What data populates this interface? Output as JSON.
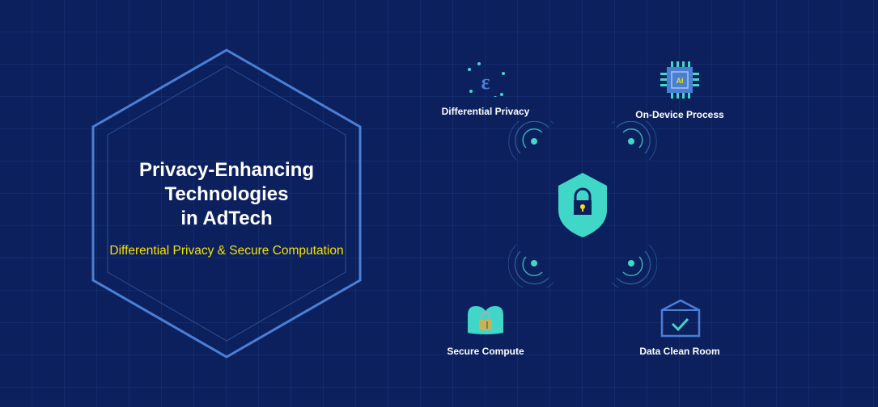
{
  "hero": {
    "title_lines": [
      "Privacy-Enhancing",
      "Technologies",
      "in AdTech"
    ],
    "subtitle": "Differential Privacy & Secure Computation"
  },
  "nodes": [
    {
      "label": "Differential Privacy",
      "icon": "epsilon-icon"
    },
    {
      "label": "On-Device Process",
      "icon": "ai-chip-icon",
      "chip_text": "AI"
    },
    {
      "label": "Secure Compute",
      "icon": "cloud-lock-icon"
    },
    {
      "label": "Data Clean Room",
      "icon": "house-check-icon"
    }
  ],
  "center": {
    "icon": "shield-lock-icon"
  },
  "signals": [
    "signal-top-left",
    "signal-top-right",
    "signal-bottom-left",
    "signal-bottom-right"
  ],
  "colors": {
    "background": "#0c205e",
    "hex_outline": "#4a7fd6",
    "accent_teal": "#40d6c8",
    "accent_yellow": "#f5e100",
    "icon_blue": "#4a7fd6",
    "text": "#ffffff"
  }
}
